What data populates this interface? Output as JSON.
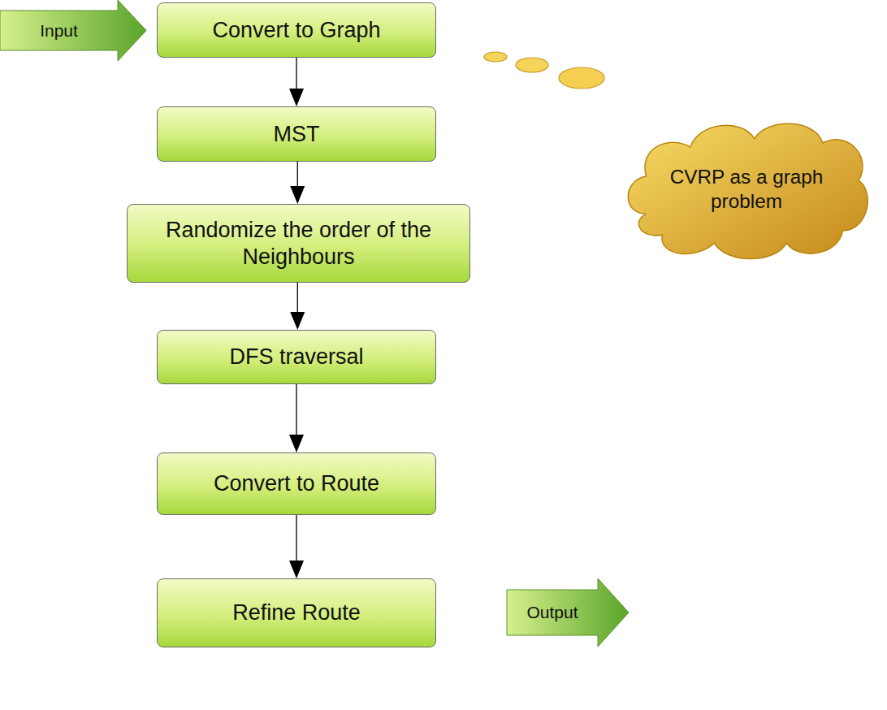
{
  "diagram": {
    "nodes": [
      {
        "text": [
          "Input"
        ]
      },
      {
        "text": [
          "Convert to Graph"
        ]
      },
      {
        "text": [
          "CVRP as a graph problem"
        ]
      },
      {
        "text": [
          "MST"
        ]
      },
      {
        "text": [
          "Randomize the order of the Neighbours"
        ]
      },
      {
        "text": [
          "DFS traversal"
        ]
      },
      {
        "text": [
          "Convert to Route"
        ]
      },
      {
        "text": [
          "Refine Route"
        ]
      },
      {
        "text": [
          "Output"
        ]
      }
    ],
    "edges": [
      {
        "from": 1,
        "to": 3,
        "arrow": "to"
      },
      {
        "from": 3,
        "to": 4,
        "arrow": "to"
      },
      {
        "from": 4,
        "to": 5,
        "arrow": "to"
      },
      {
        "from": 5,
        "to": 6,
        "arrow": "to"
      },
      {
        "from": 6,
        "to": 7,
        "arrow": "to"
      }
    ]
  }
}
